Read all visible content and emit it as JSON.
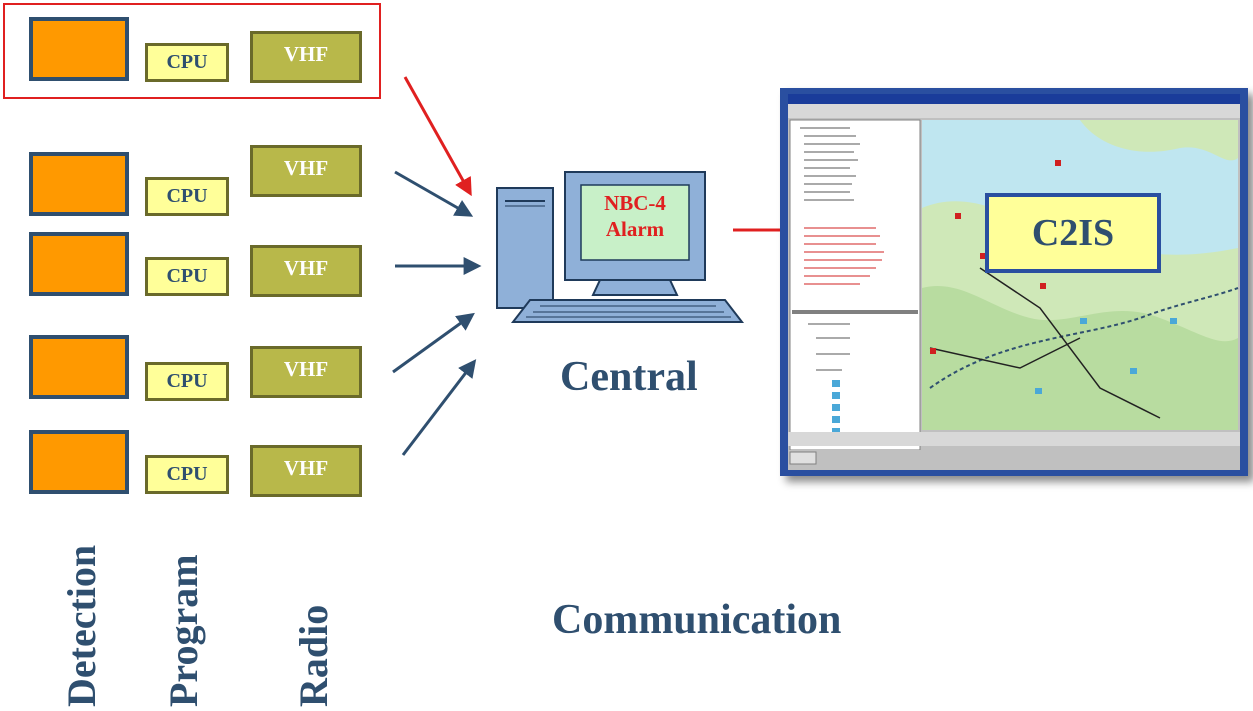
{
  "rows": [
    {
      "cpu": "CPU",
      "radio": "VHF"
    },
    {
      "cpu": "CPU",
      "radio": "VHF"
    },
    {
      "cpu": "CPU",
      "radio": "VHF"
    },
    {
      "cpu": "CPU",
      "radio": "VHF"
    },
    {
      "cpu": "CPU",
      "radio": "VHF"
    }
  ],
  "labels": {
    "detection": "Detection",
    "program": "Program",
    "radio": "Radio",
    "central": "Central",
    "communication": "Communication"
  },
  "central_screen": {
    "line1": "NBC-4",
    "line2": "Alarm"
  },
  "c2is_label": "C2IS",
  "colors": {
    "detector": "#ff9900",
    "cpu": "#ffff99",
    "vhf": "#b8b84a",
    "text_navy": "#2f4f6f",
    "alert_red": "#e02020",
    "computer_blue": "#8fb0d8",
    "screen_green": "#c8f0c8"
  }
}
